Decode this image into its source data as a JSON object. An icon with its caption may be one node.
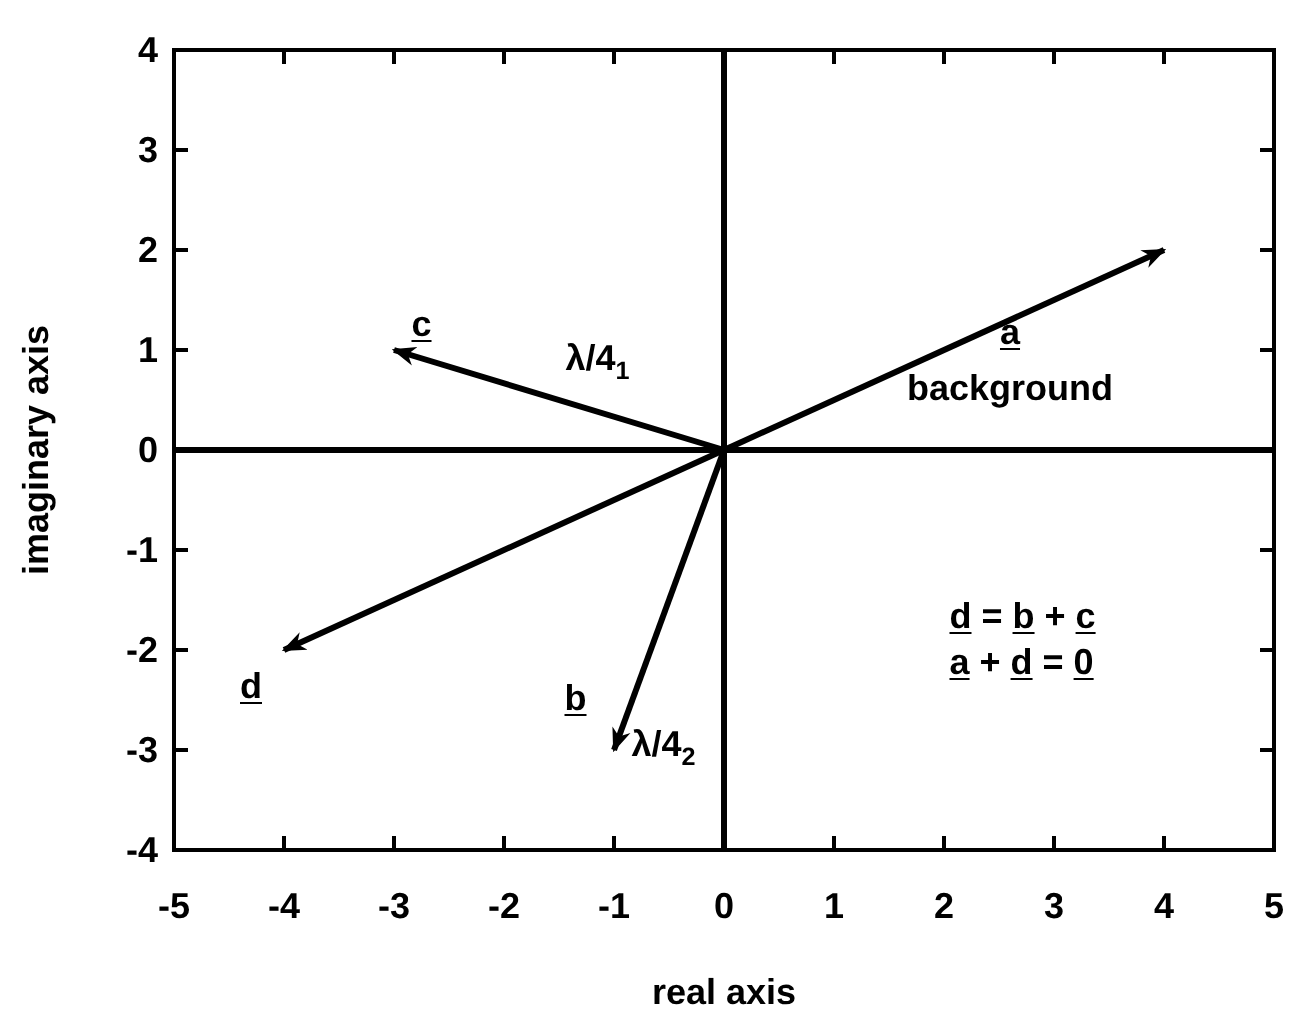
{
  "diagram": {
    "chart_data": {
      "type": "line",
      "xlabel": "real axis",
      "ylabel": "imaginary axis",
      "x": [
        -4,
        -3,
        -1,
        0,
        4
      ],
      "series": [
        {
          "name": "a",
          "color": "#000000",
          "values": [
            null,
            null,
            null,
            0,
            2
          ]
        },
        {
          "name": "b",
          "color": "#000000",
          "values": [
            null,
            null,
            -3,
            0,
            null
          ]
        },
        {
          "name": "c",
          "color": "#000000",
          "values": [
            null,
            1,
            null,
            0,
            null
          ]
        },
        {
          "name": "d",
          "color": "#000000",
          "values": [
            -2,
            null,
            null,
            0,
            null
          ]
        }
      ],
      "xlim": [
        -5,
        5
      ],
      "ylim": [
        -4,
        4
      ],
      "xticks": [
        -5,
        -4,
        -3,
        -2,
        -1,
        0,
        1,
        2,
        3,
        4,
        5
      ],
      "yticks": [
        -4,
        -3,
        -2,
        -1,
        0,
        1,
        2,
        3,
        4
      ],
      "annotations": [
        "background",
        "λ/4$_{1}$",
        "λ/4$_{2}$",
        "d = b + c",
        "a + d = 0"
      ]
    }
  }
}
